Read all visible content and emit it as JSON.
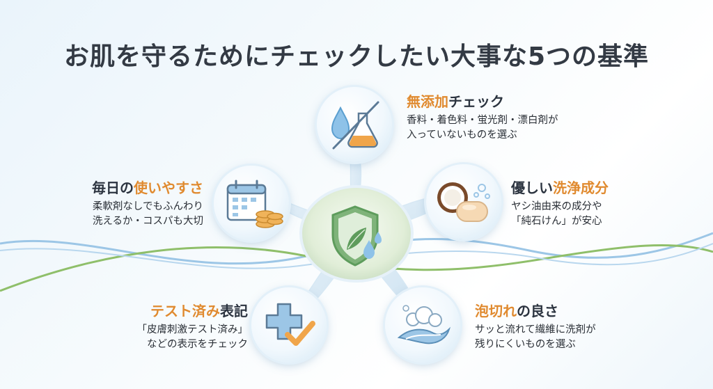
{
  "title": "お肌を守るためにチェックしたい大事な5つの基準",
  "criteria": [
    {
      "id": "additive-free",
      "head_accent": "無添加",
      "head_rest": "チェック",
      "desc": "香料・着色料・蛍光剤・漂白剤が\n入っていないものを選ぶ",
      "icon": "no-additive-flask-icon"
    },
    {
      "id": "gentle-cleanser",
      "head_pre": "優しい",
      "head_accent": "洗浄成分",
      "desc": "ヤシ油由来の成分や\n「純石けん」が安心",
      "icon": "coconut-soap-icon"
    },
    {
      "id": "rinse",
      "head_accent": "泡切れ",
      "head_rest": "の良さ",
      "desc": "サッと流れて繊維に洗剤が\n残りにくいものを選ぶ",
      "icon": "foam-wave-icon"
    },
    {
      "id": "skin-test",
      "head_accent": "テスト済み",
      "head_rest": "表記",
      "desc": "「皮膚刺激テスト済み」\nなどの表示をチェック",
      "icon": "cross-check-icon"
    },
    {
      "id": "ease-of-use",
      "head_pre": "毎日の",
      "head_accent": "使いやすさ",
      "desc": "柔軟剤なしでもふんわり\n洗えるか・コスパも大切",
      "icon": "calendar-coins-icon"
    }
  ],
  "hub_icon": "shield-leaf-icon",
  "colors": {
    "accent": "#e08a2f",
    "text": "#2c3440",
    "wave_green": "#8fbf6a",
    "wave_blue": "#9cc6e6"
  }
}
